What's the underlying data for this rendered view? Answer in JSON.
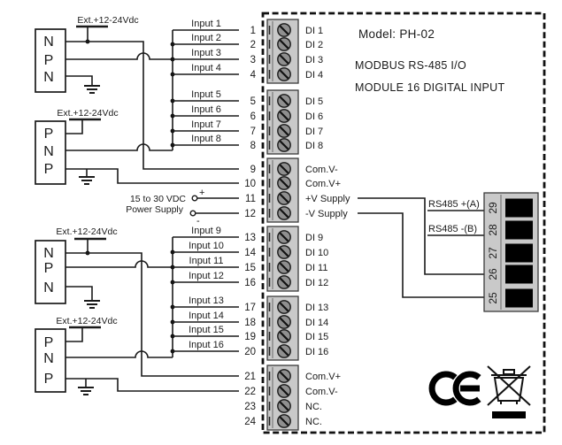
{
  "module": {
    "model_label": "Model: PH-02",
    "subtitle1": "MODBUS RS-485 I/O",
    "subtitle2": "MODULE 16 DIGITAL INPUT"
  },
  "sensor_groups": [
    {
      "supply": "Ext.+12-24Vdc",
      "pins": [
        "N",
        "P",
        "N"
      ]
    },
    {
      "supply": "Ext.+12-24Vdc",
      "pins": [
        "P",
        "N",
        "P"
      ]
    },
    {
      "supply": "Ext.+12-24Vdc",
      "pins": [
        "N",
        "P",
        "N"
      ]
    },
    {
      "supply": "Ext.+12-24Vdc",
      "pins": [
        "P",
        "N",
        "P"
      ]
    }
  ],
  "inputs": [
    "Input 1",
    "Input 2",
    "Input 3",
    "Input 4",
    "Input 5",
    "Input 6",
    "Input 7",
    "Input 8",
    "Input 9",
    "Input 10",
    "Input 11",
    "Input 12",
    "Input 13",
    "Input 14",
    "Input 15",
    "Input 16"
  ],
  "terminals": [
    {
      "num": "1",
      "label": "DI 1"
    },
    {
      "num": "2",
      "label": "DI 2"
    },
    {
      "num": "3",
      "label": "DI 3"
    },
    {
      "num": "4",
      "label": "DI 4"
    },
    {
      "num": "5",
      "label": "DI 5"
    },
    {
      "num": "6",
      "label": "DI 6"
    },
    {
      "num": "7",
      "label": "DI 7"
    },
    {
      "num": "8",
      "label": "DI 8"
    },
    {
      "num": "9",
      "label": "Com.V-"
    },
    {
      "num": "10",
      "label": "Com.V+"
    },
    {
      "num": "11",
      "label": "+V Supply"
    },
    {
      "num": "12",
      "label": "-V Supply"
    },
    {
      "num": "13",
      "label": "DI 9"
    },
    {
      "num": "14",
      "label": "DI 10"
    },
    {
      "num": "15",
      "label": "DI 11"
    },
    {
      "num": "16",
      "label": "DI 12"
    },
    {
      "num": "17",
      "label": "DI 13"
    },
    {
      "num": "18",
      "label": "DI 14"
    },
    {
      "num": "19",
      "label": "DI 15"
    },
    {
      "num": "20",
      "label": "DI 16"
    },
    {
      "num": "21",
      "label": "Com.V+"
    },
    {
      "num": "22",
      "label": "Com.V-"
    },
    {
      "num": "23",
      "label": "NC."
    },
    {
      "num": "24",
      "label": "NC."
    }
  ],
  "power_supply": {
    "line1": "15 to 30 VDC",
    "line2": "Power Supply",
    "plus": "+",
    "minus": "-"
  },
  "rs485": {
    "label_a": "RS485 +(A)",
    "label_b": "RS485 -(B)",
    "terminal_nums": [
      "29",
      "28",
      "27",
      "26",
      "25"
    ]
  },
  "certification": {
    "ce_label": "CE"
  }
}
